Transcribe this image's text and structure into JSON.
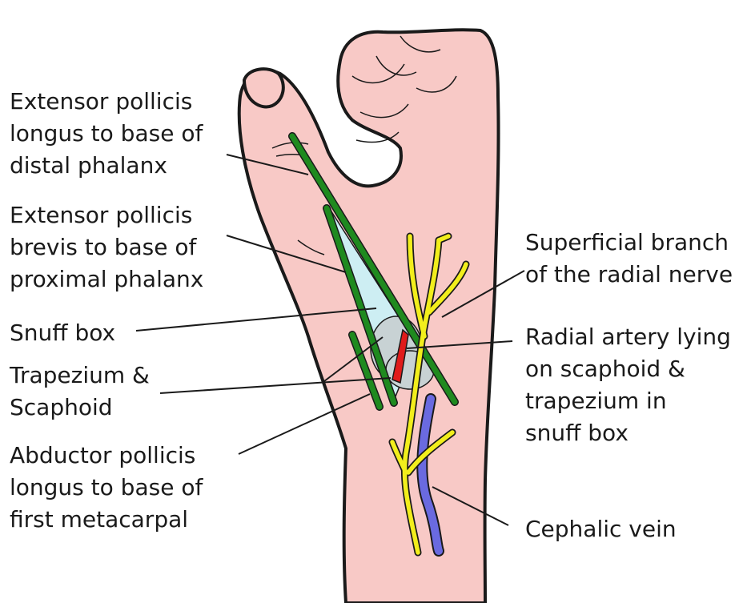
{
  "labels": {
    "epl": [
      "Extensor pollicis",
      "longus to base of",
      "distal phalanx"
    ],
    "epb": [
      "Extensor pollicis",
      "brevis to base of",
      "proximal phalanx"
    ],
    "snuffbox": [
      "Snuff box"
    ],
    "bones": [
      "Trapezium &",
      "Scaphoid"
    ],
    "apl": [
      "Abductor pollicis",
      "longus to base of",
      "first metacarpal"
    ],
    "nerve": [
      "Superficial branch",
      "of the radial nerve"
    ],
    "artery": [
      "Radial artery lying",
      "on scaphoid &",
      "trapezium in",
      "snuff box"
    ],
    "vein": [
      "Cephalic vein"
    ]
  },
  "colors": {
    "skin": "#f8c9c6",
    "tendon": "#1f8a1f",
    "snuffbox": "#cdeef3",
    "bone": "#c8d2d4",
    "artery": "#e01b1b",
    "nerve": "#f2ee1c",
    "vein": "#6a6ae0",
    "outline": "#1a1a1a"
  }
}
